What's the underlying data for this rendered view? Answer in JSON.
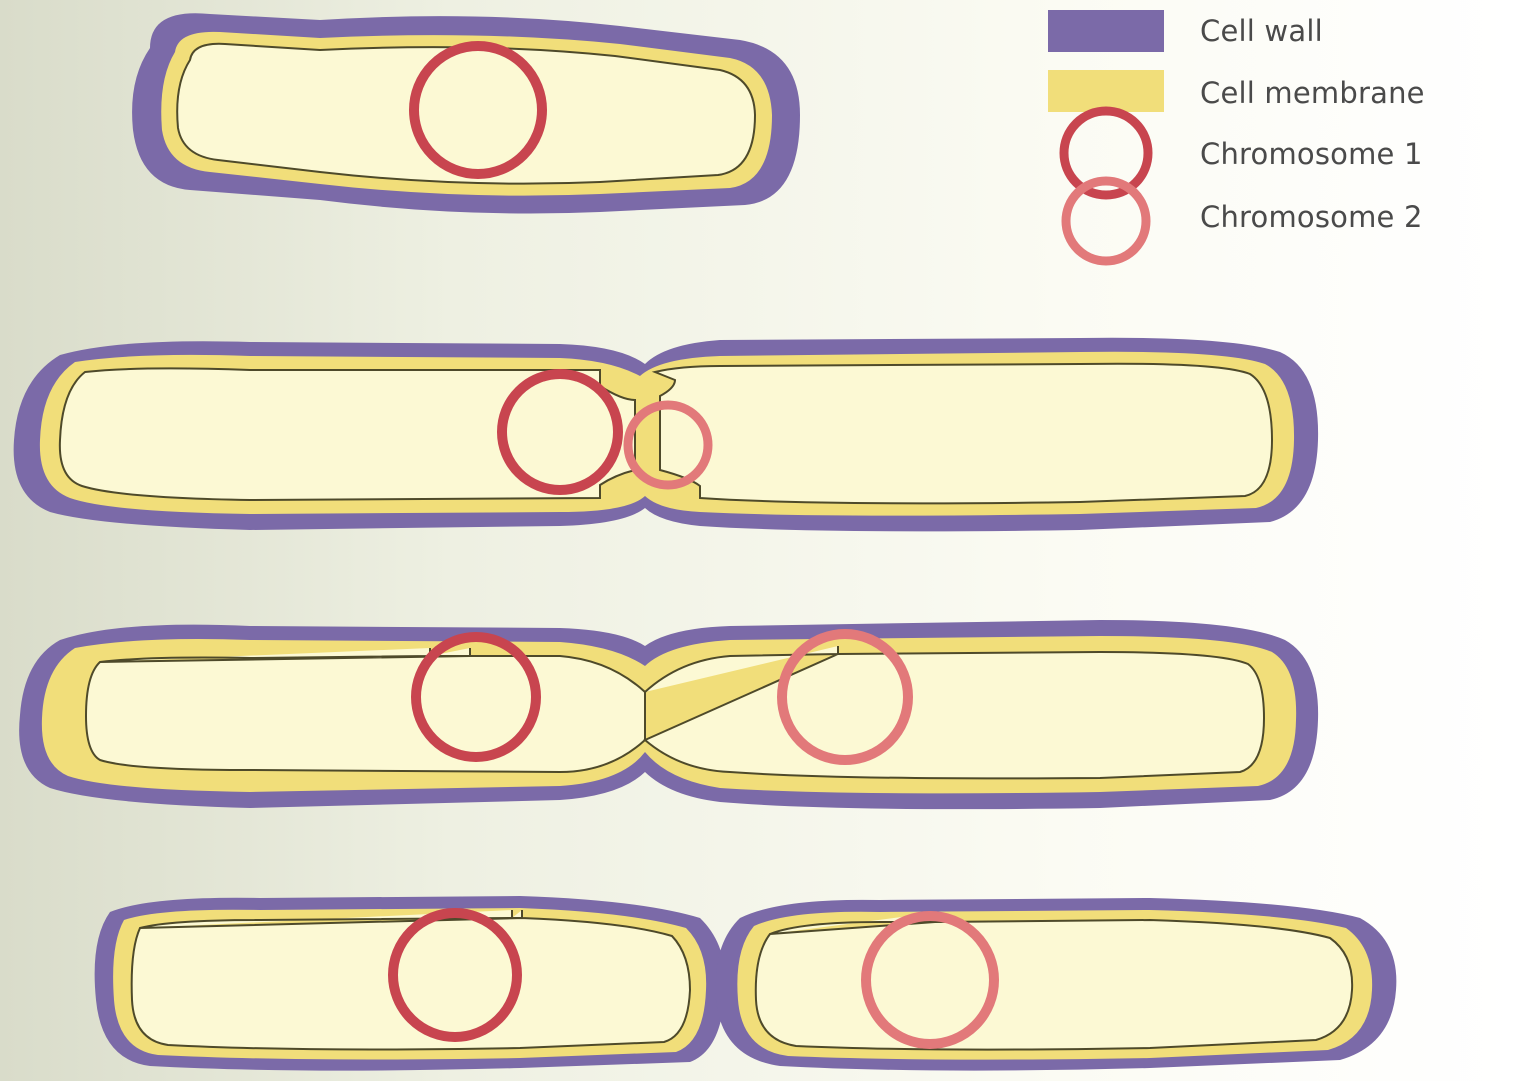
{
  "colors": {
    "cell_wall": "#7b6aa8",
    "cell_membrane": "#f1de7a",
    "cytoplasm": "#fcf9d4",
    "outline": "#4e4a2a",
    "chromosome_1": "#c8454f",
    "chromosome_2": "#e2797a"
  },
  "legend": [
    {
      "label": "Cell wall",
      "swatch": "cell-wall"
    },
    {
      "label": "Cell membrane",
      "swatch": "cell-membrane"
    },
    {
      "label": "Chromosome 1",
      "swatch": "chromosome-1"
    },
    {
      "label": "Chromosome 2",
      "swatch": "chromosome-2"
    }
  ]
}
